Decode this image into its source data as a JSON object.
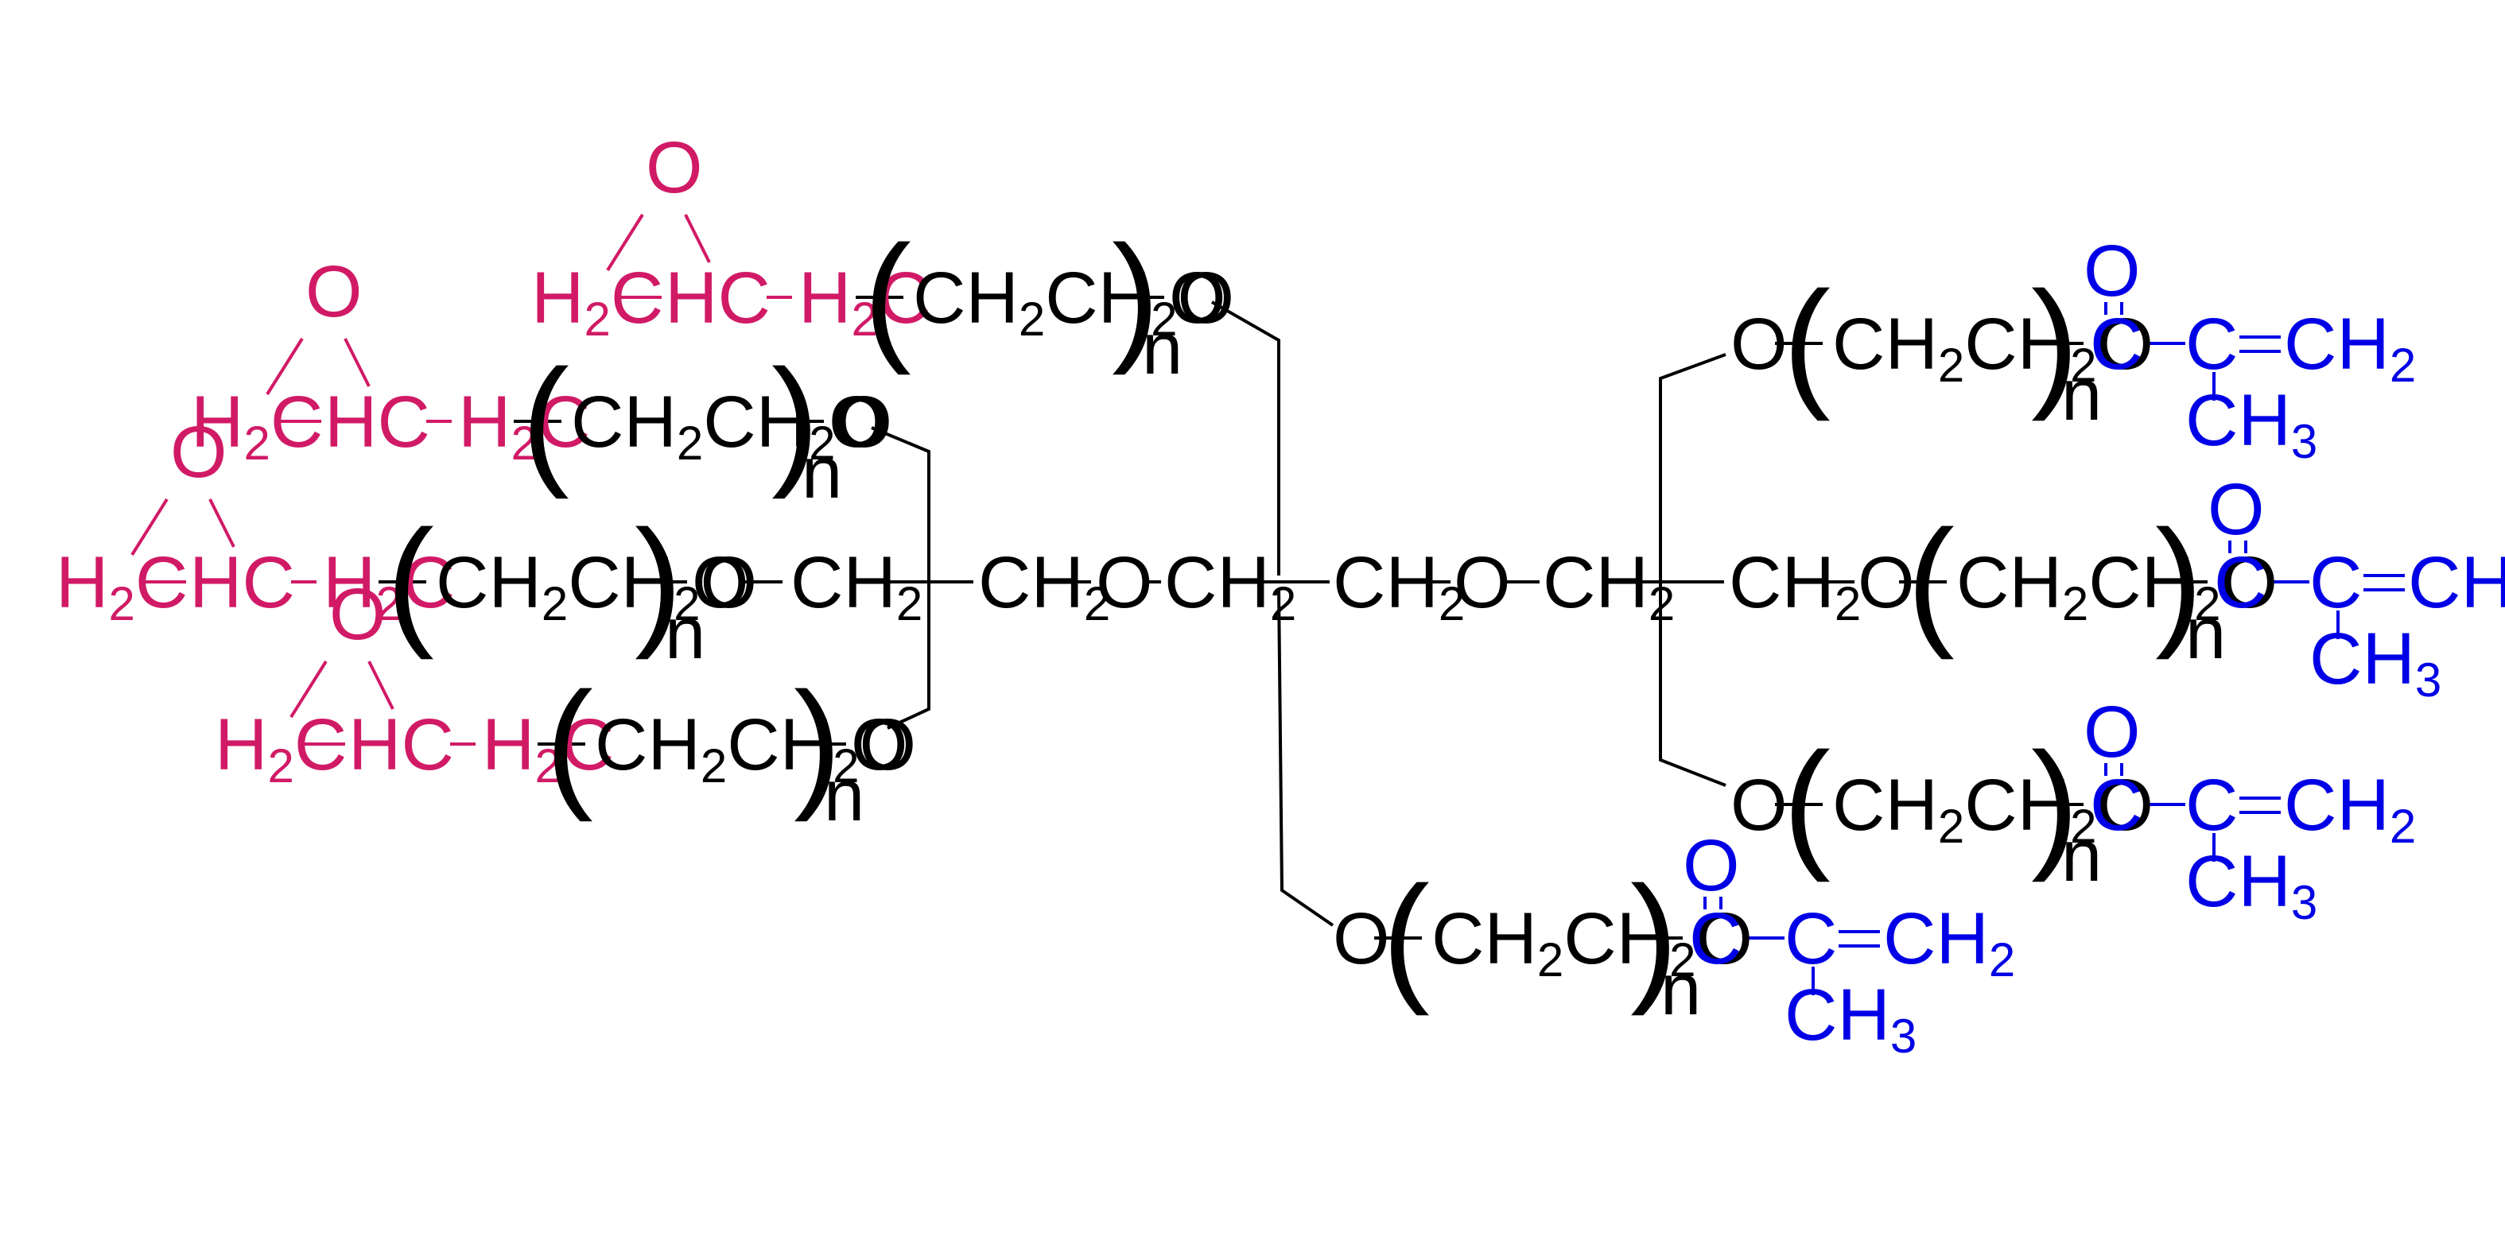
{
  "colors": {
    "epoxy": "#d11a66",
    "methacrylate": "#0000e6",
    "backbone": "#000000",
    "background": "#ffffff"
  },
  "labels": {
    "h2c": "H",
    "h2c_sub": "2",
    "h2c_c": "C",
    "hc": "HC",
    "ch": "CH",
    "sub2": "2",
    "sub3": "3",
    "o": "O",
    "c": "C",
    "n": "n",
    "open_paren": "(",
    "close_paren": ")"
  }
}
